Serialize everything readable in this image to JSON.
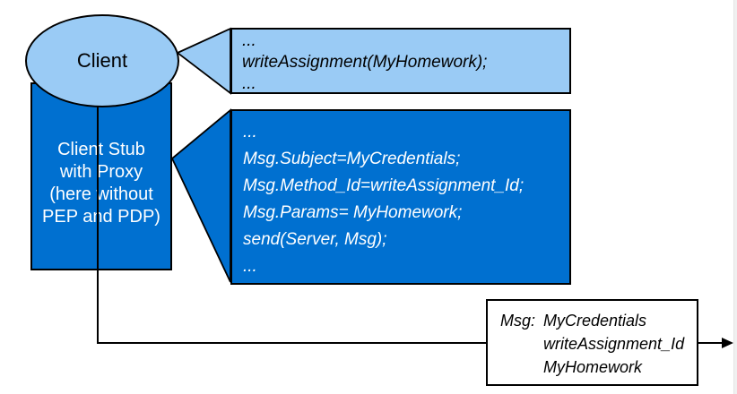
{
  "colors": {
    "light_blue": "#9acbf5",
    "dark_blue": "#0070d0",
    "outline": "#000000",
    "edge_strip": "#f0f0f0"
  },
  "client": {
    "label": "Client"
  },
  "client_stub": {
    "lines": [
      "Client Stub",
      "with Proxy",
      "(here without",
      "PEP and PDP)"
    ]
  },
  "client_code": {
    "lines": [
      "...",
      "writeAssignment(MyHomework);",
      "..."
    ]
  },
  "stub_code": {
    "lines": [
      "...",
      "Msg.Subject=MyCredentials;",
      "Msg.Method_Id=writeAssignment_Id;",
      "Msg.Params= MyHomework;",
      "send(Server, Msg);",
      "..."
    ]
  },
  "message_box": {
    "label": "Msg:",
    "values": [
      "MyCredentials",
      "writeAssignment_Id",
      "MyHomework"
    ]
  }
}
